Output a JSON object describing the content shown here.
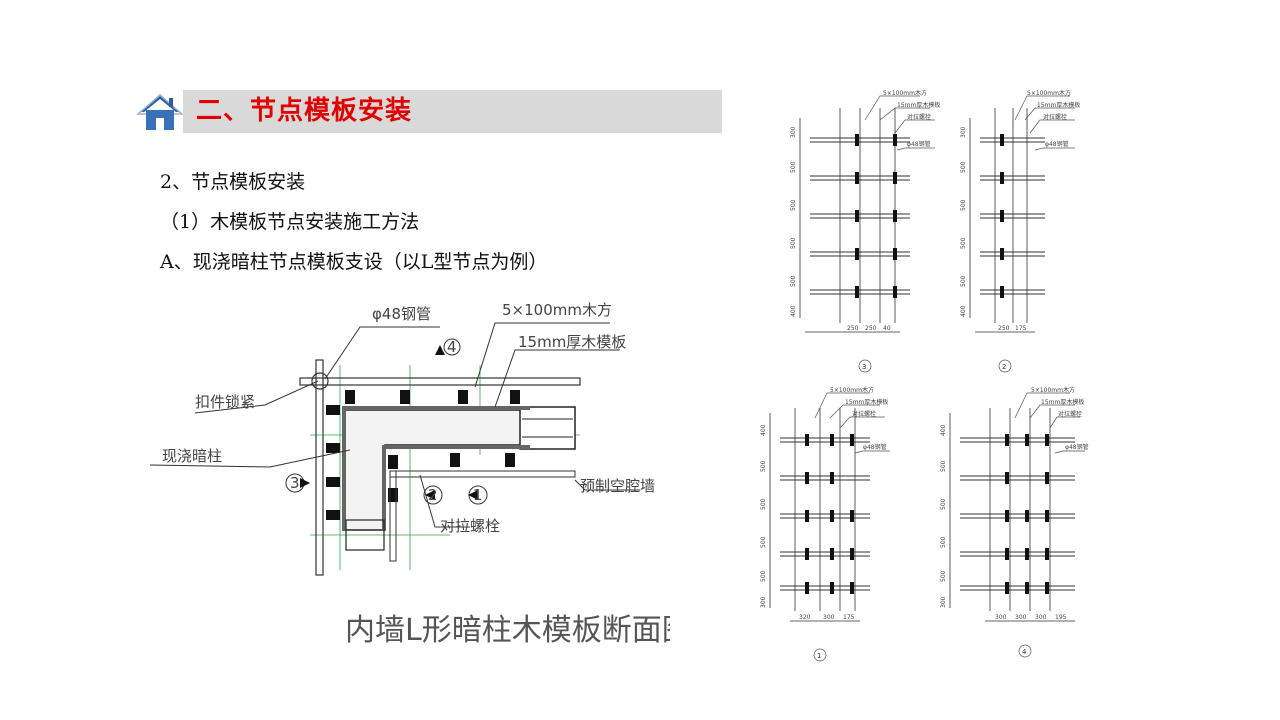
{
  "header": {
    "title": "二、节点模板安装",
    "title_color": "#e00000",
    "bar_color": "#d9d9d9",
    "icon": "home-icon"
  },
  "content": {
    "line1": "2、节点模板安装",
    "line2": "（1）木模板节点安装施工方法",
    "line3": "A、现浇暗柱节点模板支设（以L型节点为例）"
  },
  "figure_main": {
    "label_pipe": "φ48钢管",
    "label_timber": "5×100mm木方",
    "label_board": "15mm厚木模板",
    "label_clamp": "扣件锁紧",
    "label_column": "现浇暗柱",
    "label_wall": "预制空腔墙",
    "label_bolt": "对拉螺栓",
    "marker_1": "1",
    "marker_2": "2",
    "marker_3": "3",
    "marker_4": "4",
    "caption": "内墙L形暗柱木模板断面图"
  },
  "detail_views": {
    "view3": {
      "lbl_timber": "5×100mm木方",
      "lbl_board": "15mm厚木模板",
      "lbl_bolt": "对拉螺栓",
      "lbl_pipe": "φ48钢管",
      "dims_v": [
        "300",
        "500",
        "500",
        "500",
        "500",
        "400"
      ],
      "dims_h": [
        "250",
        "250",
        "40"
      ],
      "marker": "3"
    },
    "view2": {
      "lbl_timber": "5×100mm木方",
      "lbl_board": "15mm厚木模板",
      "lbl_bolt": "对拉螺栓",
      "lbl_pipe": "φ48钢管",
      "dims_v": [
        "300",
        "500",
        "500",
        "500",
        "500",
        "400"
      ],
      "dims_h": [
        "250",
        "175"
      ],
      "marker": "2"
    },
    "view1": {
      "lbl_timber": "5×100mm木方",
      "lbl_board": "15mm厚木模板",
      "lbl_bolt": "对拉螺栓",
      "lbl_pipe": "φ48钢管",
      "dims_v": [
        "400",
        "500",
        "500",
        "500",
        "500",
        "300"
      ],
      "dims_h": [
        "320",
        "300",
        "175"
      ],
      "marker": "1"
    },
    "view4": {
      "lbl_timber": "5×100mm木方",
      "lbl_board": "15mm厚木模板",
      "lbl_bolt": "对拉螺栓",
      "lbl_pipe": "φ48钢管",
      "dims_v": [
        "400",
        "500",
        "500",
        "500",
        "500",
        "300"
      ],
      "dims_h": [
        "300",
        "300",
        "300",
        "195"
      ],
      "marker": "4"
    }
  }
}
